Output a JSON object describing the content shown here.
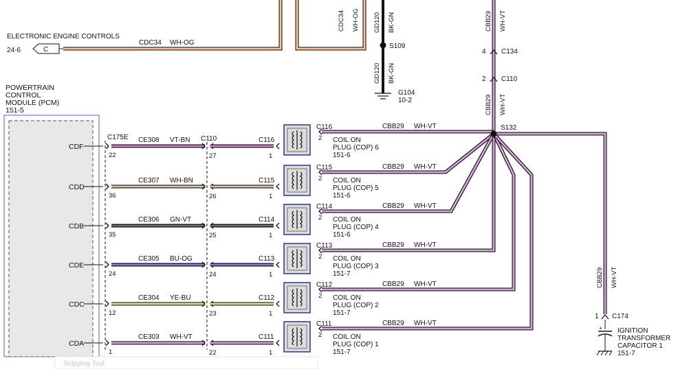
{
  "title_partial": "",
  "top": {
    "eec_label": "ELECTRONIC ENGINE CONTROLS",
    "eec_ref": "24-6",
    "eec_pin": "C",
    "eec_circuit": "CDC34",
    "eec_color": "WH-OG",
    "v_circuit1": "CDC34",
    "v_color1": "WH-OG",
    "gd_circuit": "GD120",
    "gd_color": "BK-GN",
    "s109": "S109",
    "g104": "G104",
    "g104_ref": "10-2",
    "cbb_circuit": "CBB29",
    "cbb_color": "WH-VT",
    "c134_pin": "4",
    "c134": "C134",
    "c110_pin": "2",
    "c110": "C110",
    "s132": "S132"
  },
  "pcm": {
    "line1": "POWERTRAIN",
    "line2": "CONTROL",
    "line3": "MODULE (PCM)",
    "ref": "151-5",
    "c175e": "C175E",
    "c110": "C110",
    "c116": "C116"
  },
  "rows": [
    {
      "pin_name": "CDF",
      "pcm_pin": "22",
      "circuit": "CE308",
      "color": "VT-BN",
      "mid_pin": "27",
      "conn": "C116",
      "conn_pin": "1",
      "cop_conn": "C116",
      "cop_pin": "2",
      "coil1": "COIL ON",
      "coil2": "PLUG (COP) 6",
      "coil_ref": "151-6",
      "feed_circuit": "CBB29",
      "feed_color": "WH-VT"
    },
    {
      "pin_name": "CDD",
      "pcm_pin": "36",
      "circuit": "CE307",
      "color": "WH-BN",
      "mid_pin": "26",
      "conn": "C115",
      "conn_pin": "1",
      "cop_conn": "C115",
      "cop_pin": "2",
      "coil1": "COIL ON",
      "coil2": "PLUG (COP) 5",
      "coil_ref": "151-6",
      "feed_circuit": "CBB29",
      "feed_color": "WH-VT"
    },
    {
      "pin_name": "CDB",
      "pcm_pin": "35",
      "circuit": "CE306",
      "color": "GN-VT",
      "mid_pin": "25",
      "conn": "C114",
      "conn_pin": "1",
      "cop_conn": "C114",
      "cop_pin": "2",
      "coil1": "COIL ON",
      "coil2": "PLUG (COP) 4",
      "coil_ref": "151-6",
      "feed_circuit": "CBB29",
      "feed_color": "WH-VT"
    },
    {
      "pin_name": "CDE",
      "pcm_pin": "24",
      "circuit": "CE305",
      "color": "BU-OG",
      "mid_pin": "24",
      "conn": "C113",
      "conn_pin": "1",
      "cop_conn": "C113",
      "cop_pin": "2",
      "coil1": "COIL ON",
      "coil2": "PLUG (COP) 3",
      "coil_ref": "151-7",
      "feed_circuit": "CBB29",
      "feed_color": "WH-VT"
    },
    {
      "pin_name": "CDC",
      "pcm_pin": "12",
      "circuit": "CE304",
      "color": "YE-BU",
      "mid_pin": "23",
      "conn": "C112",
      "conn_pin": "1",
      "cop_conn": "C112",
      "cop_pin": "2",
      "coil1": "COIL ON",
      "coil2": "PLUG (COP) 2",
      "coil_ref": "151-7",
      "feed_circuit": "CBB29",
      "feed_color": "WH-VT"
    },
    {
      "pin_name": "CDA",
      "pcm_pin": "1",
      "circuit": "CE303",
      "color": "WH-VT",
      "mid_pin": "22",
      "conn": "C111",
      "conn_pin": "1",
      "cop_conn": "C111",
      "cop_pin": "2",
      "coil1": "COIL ON",
      "coil2": "PLUG (COP) 1",
      "coil_ref": "151-7",
      "feed_circuit": "CBB29",
      "feed_color": "WH-VT"
    }
  ],
  "capacitor": {
    "circuit": "CBB29",
    "color": "WH-VT",
    "pin": "1",
    "conn": "C174",
    "line1": "IGNITION",
    "line2": "TRANSFORMER",
    "line3": "CAPACITOR 1",
    "ref": "151-7",
    "plus": "+"
  },
  "wire_colors": {
    "WH-OG": "#e8a36a",
    "VT-BN": "#a24c9c",
    "WH-BN": "#b89a82",
    "GN-VT": "#2a2026",
    "BU-OG": "#3a3aa8",
    "YE-BU": "#c8c26a",
    "WH-VT": "#b07ab5",
    "BK-GN": "#111111"
  },
  "overlay_text": "Snipping Tool"
}
